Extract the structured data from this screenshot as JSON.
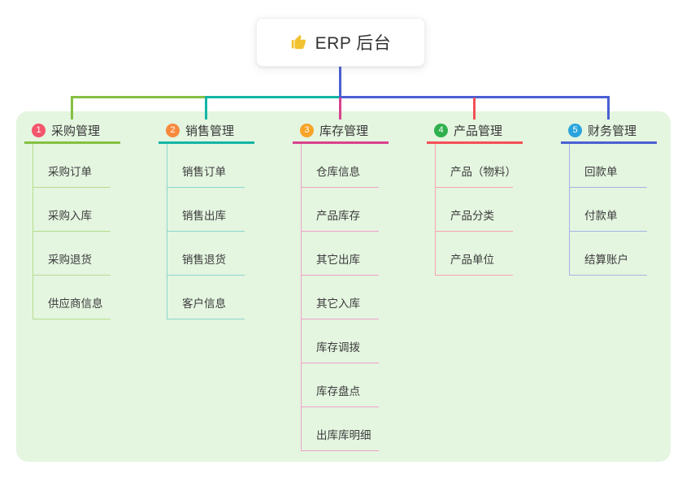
{
  "root": {
    "title": "ERP 后台",
    "icon": "thumbs-up"
  },
  "colors": {
    "panel_bg": "#e4f5e0",
    "root_line": "#4a5fd2",
    "thumb_icon": "#f2c230"
  },
  "branches": [
    {
      "number": "1",
      "label": "采购管理",
      "badge_color": "#f4566c",
      "line_color": "#85c043",
      "sub_line_color": "#b7dc8f",
      "items": [
        "采购订单",
        "采购入库",
        "采购退货",
        "供应商信息"
      ]
    },
    {
      "number": "2",
      "label": "销售管理",
      "badge_color": "#f78a3d",
      "line_color": "#13b5a5",
      "sub_line_color": "#8bd8cd",
      "items": [
        "销售订单",
        "销售出库",
        "销售退货",
        "客户信息"
      ]
    },
    {
      "number": "3",
      "label": "库存管理",
      "badge_color": "#f7a428",
      "line_color": "#d9418d",
      "sub_line_color": "#eea2c8",
      "items": [
        "仓库信息",
        "产品库存",
        "其它出库",
        "其它入库",
        "库存调拨",
        "库存盘点",
        "出库库明细"
      ]
    },
    {
      "number": "4",
      "label": "产品管理",
      "badge_color": "#31b04e",
      "line_color": "#f44f56",
      "sub_line_color": "#f8a5a8",
      "items": [
        "产品（物料）",
        "产品分类",
        "产品单位"
      ]
    },
    {
      "number": "5",
      "label": "财务管理",
      "badge_color": "#2ba4dc",
      "line_color": "#4a5fd2",
      "sub_line_color": "#a6b4e4",
      "items": [
        "回款单",
        "付款单",
        "结算账户"
      ]
    }
  ]
}
